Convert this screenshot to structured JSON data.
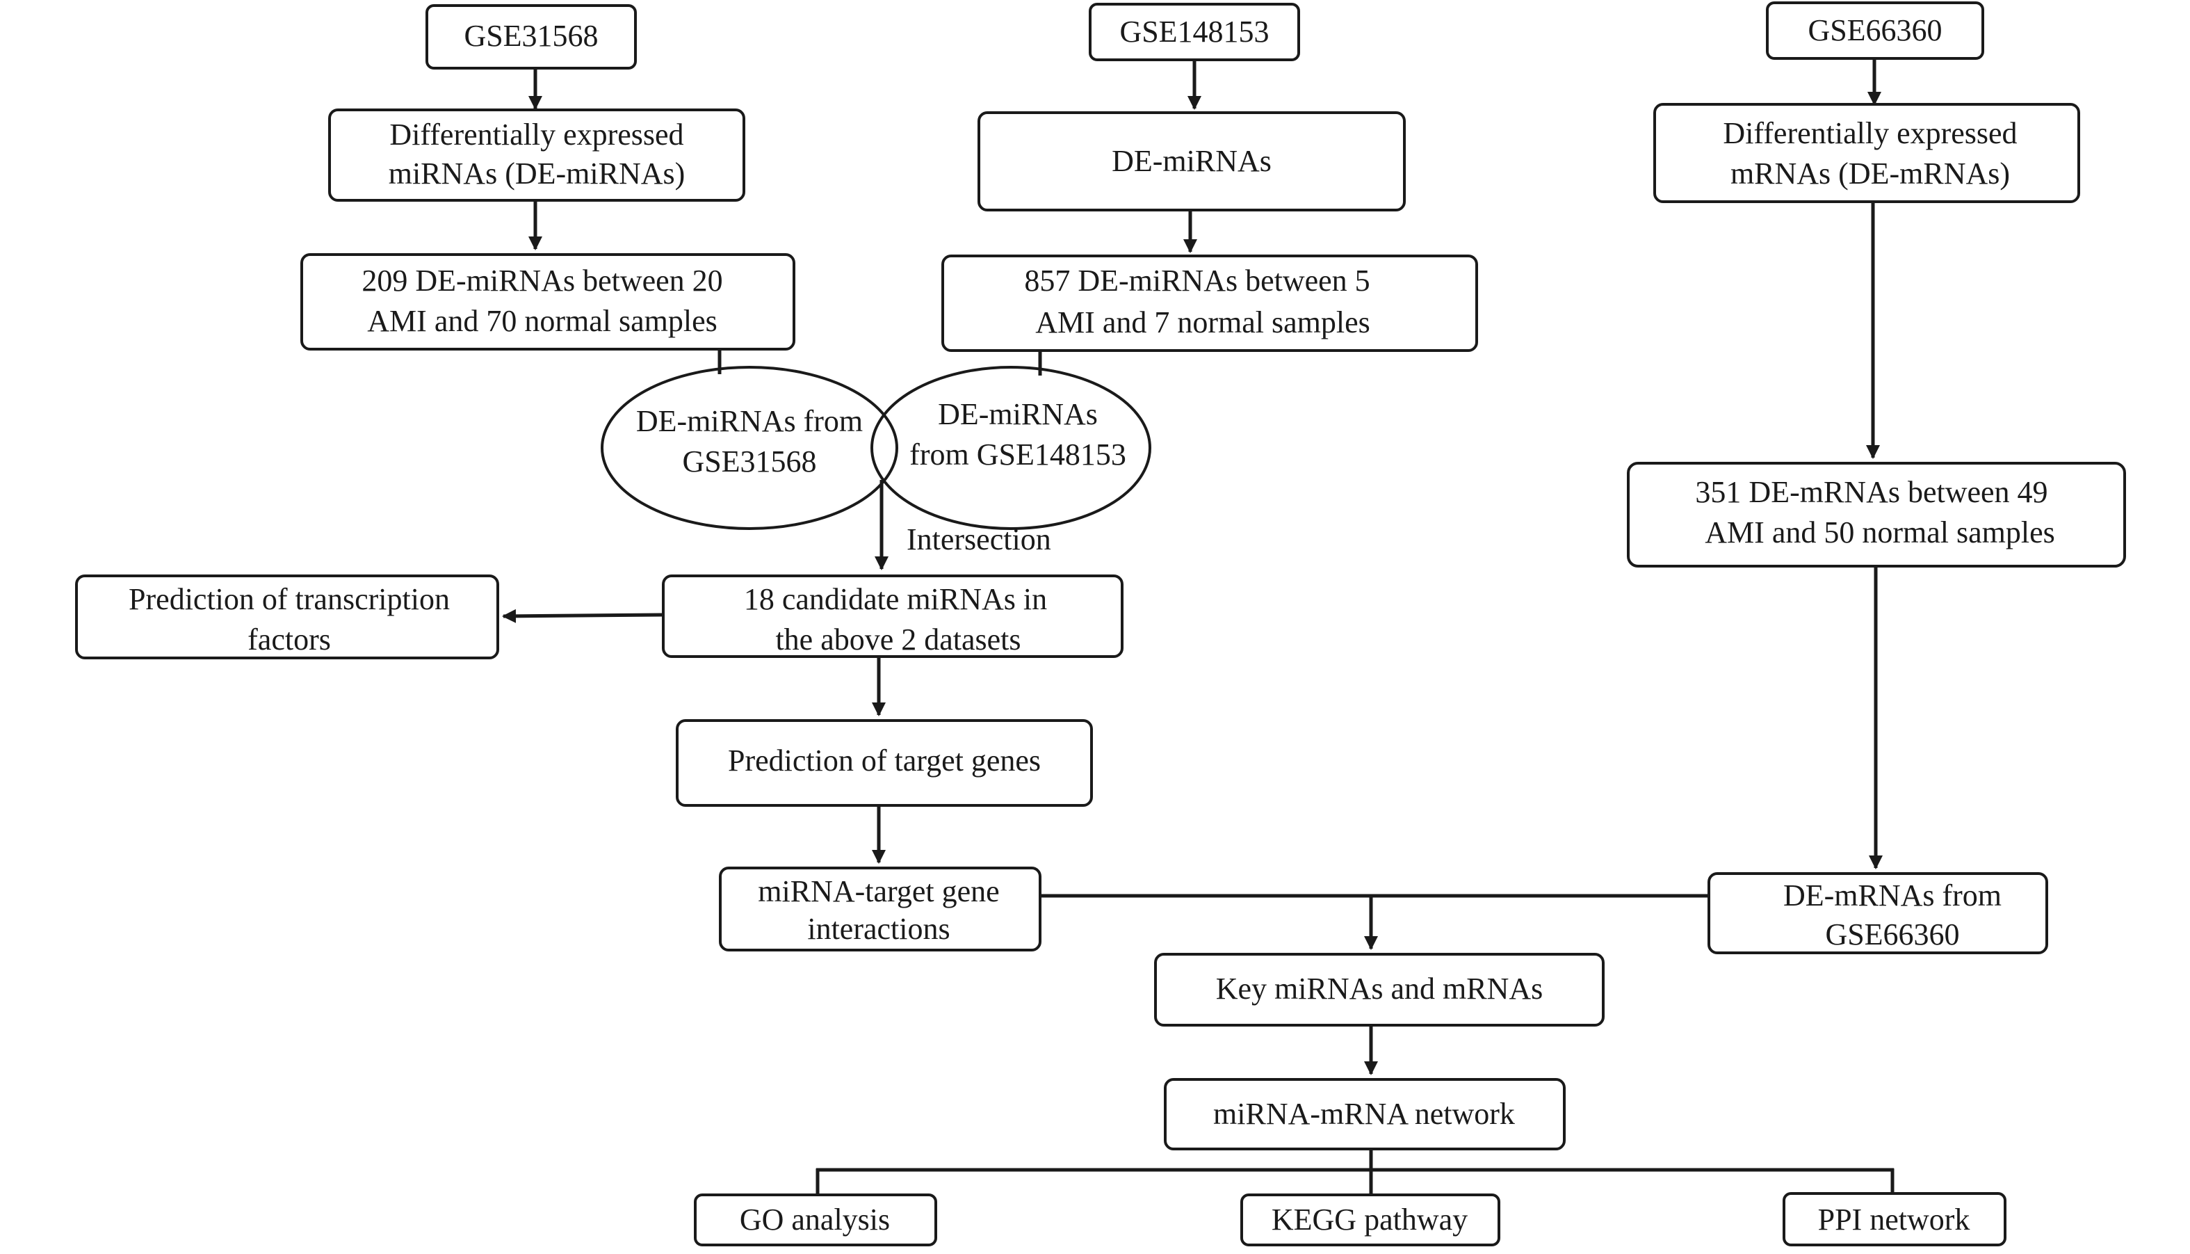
{
  "nodes": {
    "gse31568": "GSE31568",
    "gse148153": "GSE148153",
    "gse66360": "GSE66360",
    "de_mirnas_1_line1": "Differentially expressed",
    "de_mirnas_1_line2": "miRNAs (DE-miRNAs)",
    "de_mirnas_2": "DE-miRNAs",
    "de_mrnas_line1": "Differentially expressed",
    "de_mrnas_line2": "mRNAs (DE-mRNAs)",
    "count_209_line1": "209 DE-miRNAs between 20",
    "count_209_line2": "AMI and 70 normal samples",
    "count_857_line1": "857 DE-miRNAs between 5",
    "count_857_line2": "AMI and 7 normal samples",
    "count_351_line1": "351 DE-mRNAs between 49",
    "count_351_line2": "AMI and 50 normal samples",
    "venn_left_line1": "DE-miRNAs from",
    "venn_left_line2": "GSE31568",
    "venn_right_line1": "DE-miRNAs",
    "venn_right_line2": "from GSE148153",
    "intersection": "Intersection",
    "candidate_line1": "18 candidate miRNAs in",
    "candidate_line2": "the above 2 datasets",
    "tf_line1": "Prediction of transcription",
    "tf_line2": "factors",
    "target_genes": "Prediction of target genes",
    "interactions_line1": "miRNA-target gene",
    "interactions_line2": "interactions",
    "de_mrnas_from_line1": "DE-mRNAs from",
    "de_mrnas_from_line2": "GSE66360",
    "key": "Key miRNAs and mRNAs",
    "network": "miRNA-mRNA network",
    "go": "GO analysis",
    "kegg": "KEGG pathway",
    "ppi": "PPI network"
  }
}
